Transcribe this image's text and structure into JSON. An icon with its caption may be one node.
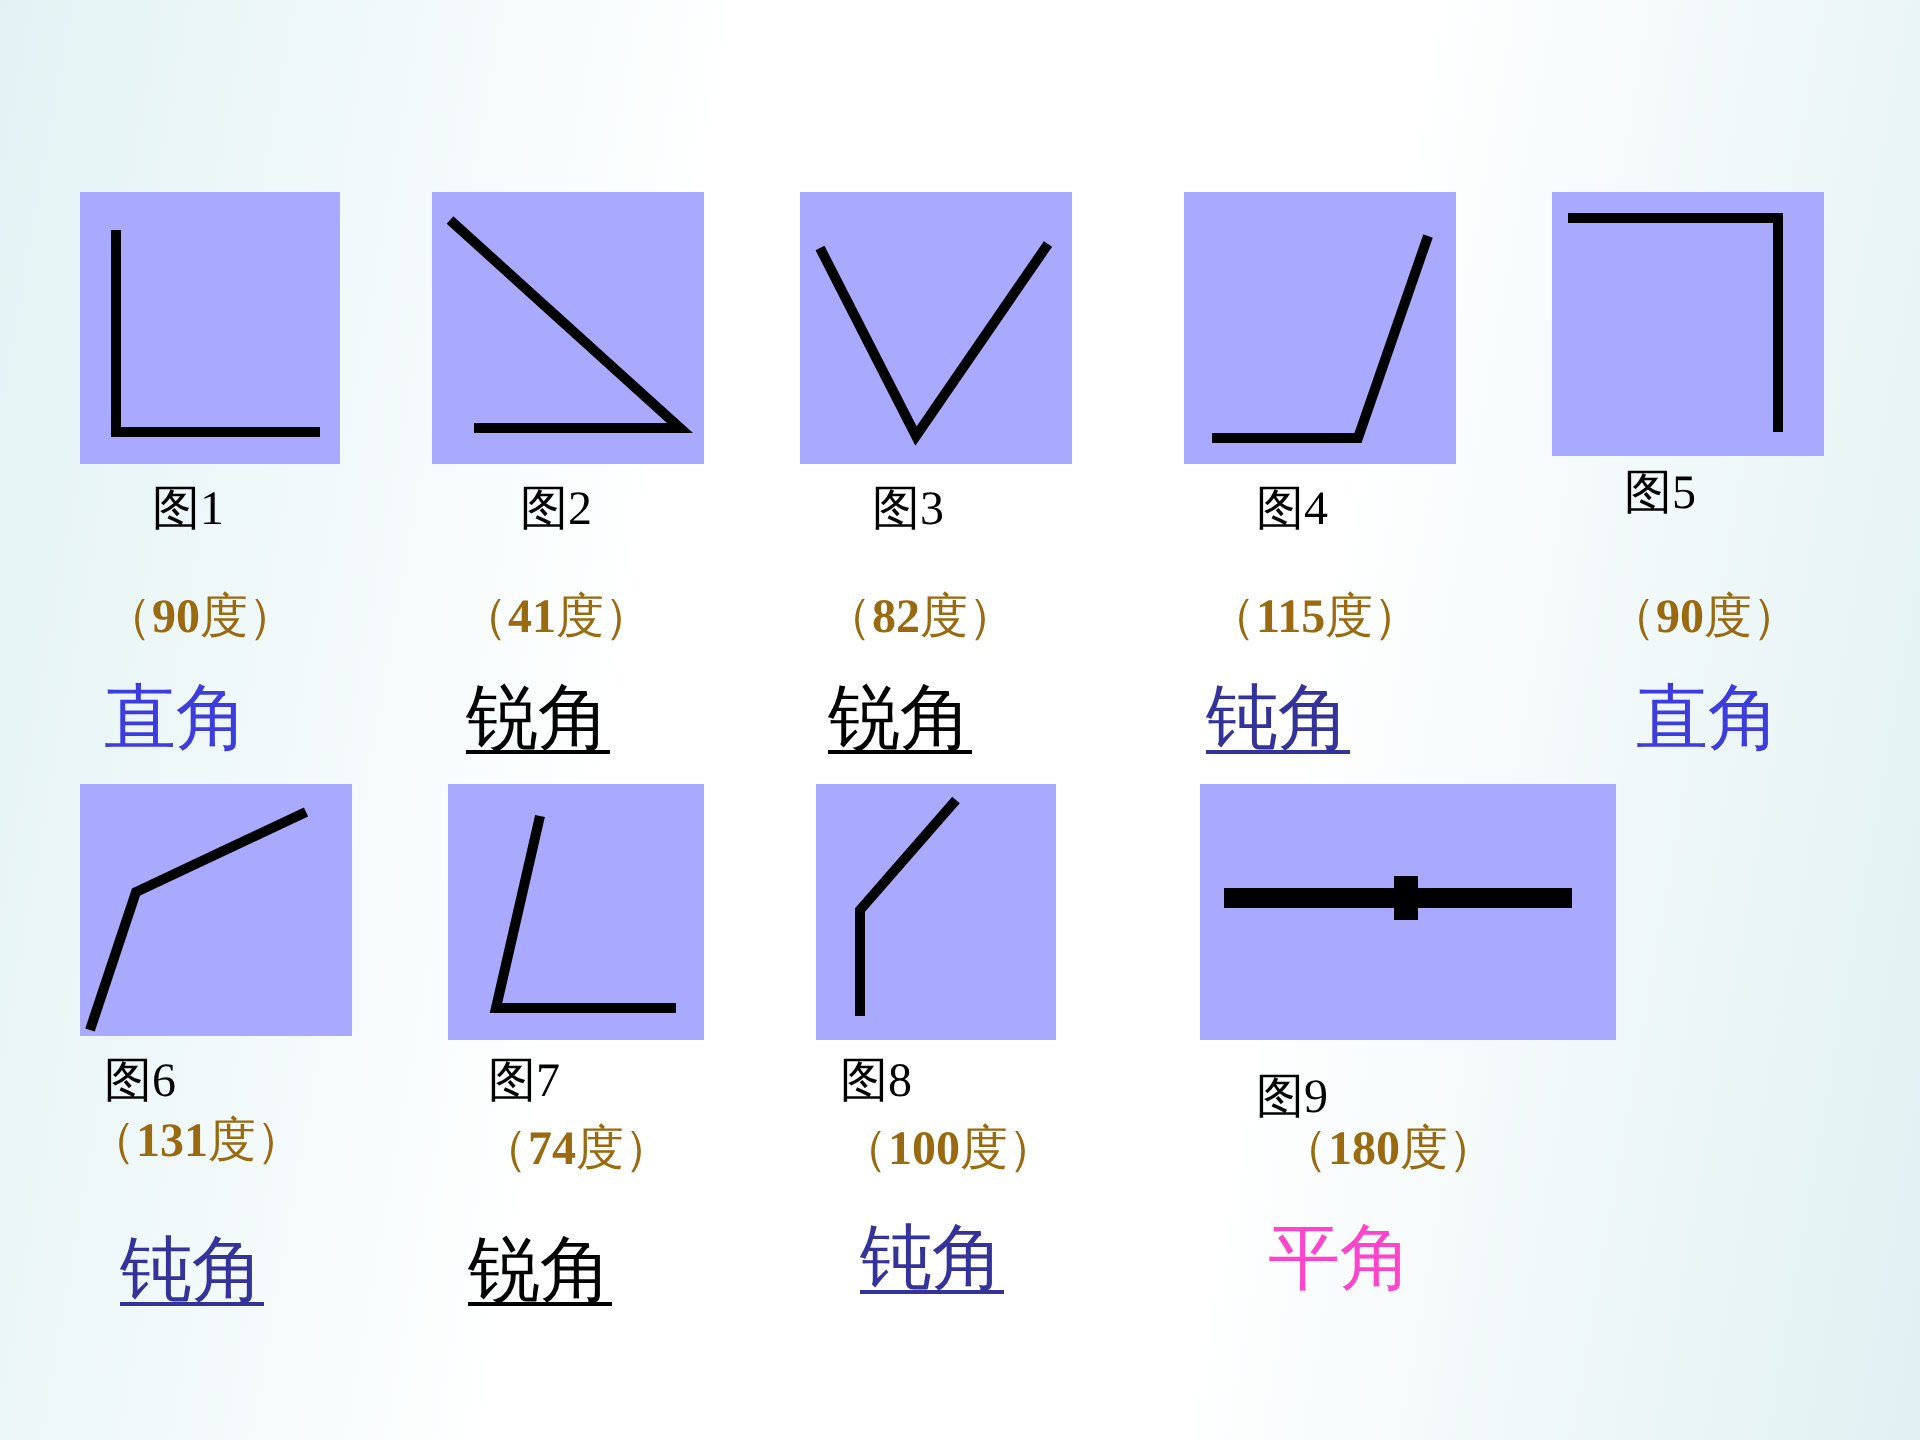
{
  "diagram": {
    "nodes": [
      {
        "text": [],
        "shape": "picture",
        "beside": [
          "图1",
          "（**90**度）",
          "直角"
        ]
      },
      {
        "text": [],
        "shape": "picture",
        "beside": [
          "图2",
          "（**41**度）",
          "锐角"
        ]
      },
      {
        "text": [],
        "shape": "picture",
        "beside": [
          "图3",
          "（**82**度）",
          "锐角"
        ]
      },
      {
        "text": [],
        "shape": "picture",
        "beside": [
          "图4",
          "（**115**度）",
          "钝角"
        ]
      },
      {
        "text": [],
        "shape": "picture",
        "beside": [
          "图5",
          "（**90**度）",
          "直角"
        ]
      },
      {
        "text": [],
        "shape": "picture",
        "beside": [
          "图6",
          "（**131**度）",
          "钝角"
        ]
      },
      {
        "text": [],
        "shape": "picture",
        "beside": [
          "图7",
          "（**74**度）",
          "锐角"
        ]
      },
      {
        "text": [],
        "shape": "picture",
        "beside": [
          "图8",
          "（**100**度）",
          "钝角"
        ]
      },
      {
        "text": [],
        "shape": "picture",
        "beside": [
          "图9",
          "（**180**度）",
          "平角"
        ]
      }
    ]
  }
}
